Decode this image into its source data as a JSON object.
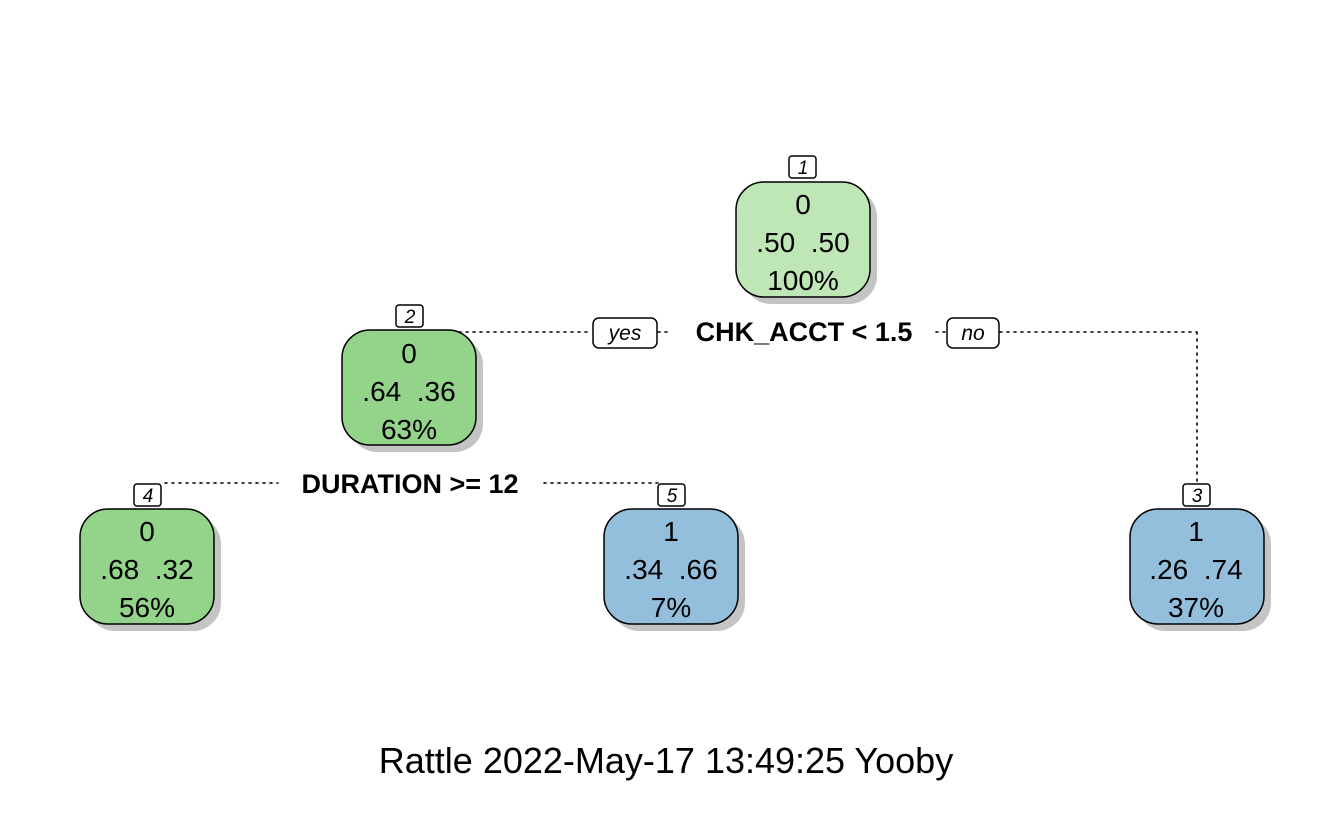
{
  "palette": {
    "root": "#bfe6b6",
    "class0": "#93d38a",
    "class1": "#93bfdd",
    "shadow": "#c4c4c4"
  },
  "nodes": [
    {
      "id": "1",
      "predicted": "0",
      "probs": ".50  .50",
      "share": "100%",
      "fill": "root"
    },
    {
      "id": "2",
      "predicted": "0",
      "probs": ".64  .36",
      "share": "63%",
      "fill": "class0"
    },
    {
      "id": "3",
      "predicted": "1",
      "probs": ".26  .74",
      "share": "37%",
      "fill": "class1"
    },
    {
      "id": "4",
      "predicted": "0",
      "probs": ".68  .32",
      "share": "56%",
      "fill": "class0"
    },
    {
      "id": "5",
      "predicted": "1",
      "probs": ".34  .66",
      "share": "7%",
      "fill": "class1"
    }
  ],
  "splits": {
    "root": "CHK_ACCT < 1.5",
    "node2": "DURATION >= 12"
  },
  "branch_labels": {
    "yes": "yes",
    "no": "no"
  },
  "caption": "Rattle 2022-May-17 13:49:25 Yooby"
}
